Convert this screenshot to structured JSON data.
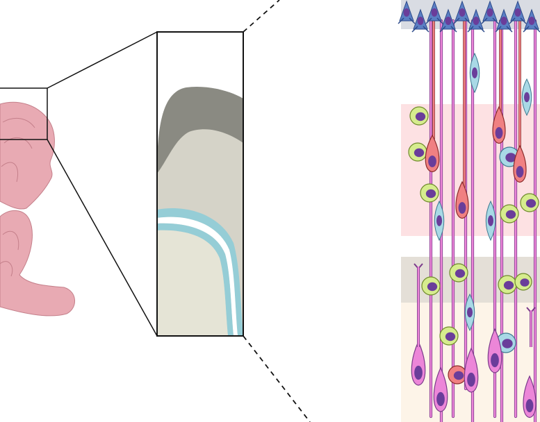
{
  "diagram": {
    "colors": {
      "brain_pink": "#e8aab3",
      "brain_outline": "#c47f8a",
      "outline": "#111111",
      "cortex_dark": "#8a8a82",
      "cortex_mid": "#d5d3c8",
      "cortex_light": "#e5e4d6",
      "blue_band": "#95cdd6",
      "band_pink": "#fde1e3",
      "band_grey": "#e4dfd7",
      "band_cream": "#fdf4e8",
      "neuron_magenta": "#ec86d8",
      "neuron_red": "#f08082",
      "radial_glia_blue": "#a9d9e6",
      "progenitor_green": "#d6ec8e",
      "nucleus_purple": "#6a3d9a",
      "apical_blue": "#5b7fc4",
      "ventricle_grey": "#b9bfcc"
    },
    "icons": [
      "brain-illustration",
      "magnified-cortex-panel",
      "cell-layer-diagram"
    ]
  }
}
